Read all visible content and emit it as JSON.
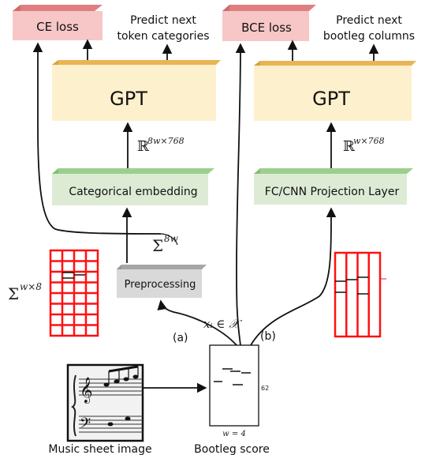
{
  "left": {
    "loss": "CE loss",
    "predict_line1": "Predict next",
    "predict_line2": "token categories",
    "model": "GPT",
    "dim_base": "ℝ",
    "dim_exp": "8w×768",
    "embedding": "Categorical embedding",
    "sigma_base": "Σ",
    "sigma_exp": "8w",
    "preprocessing": "Preprocessing",
    "grid_sigma_base": "Σ",
    "grid_sigma_exp": "w×8",
    "branch": "(a)"
  },
  "right": {
    "loss": "BCE loss",
    "predict_line1": "Predict next",
    "predict_line2": "bootleg columns",
    "model": "GPT",
    "dim_base": "ℝ",
    "dim_exp": "w×768",
    "projection": "FC/CNN Projection Layer",
    "branch": "(b)"
  },
  "input": {
    "x_label": "xᵢ ∈ 𝒳",
    "score_number": "62",
    "width_label": "w = 4",
    "sheet_caption": "Music sheet image",
    "bootleg_caption": "Bootleg score"
  },
  "colors": {
    "loss_front": "#f7c6c6",
    "loss_top": "#e07f7f",
    "gpt_front": "#fdf0cc",
    "gpt_top": "#e9b454",
    "embed_front": "#ddebd5",
    "embed_top": "#9ccf8e",
    "prep_front": "#d9d9d9",
    "prep_top": "#a6a6a6",
    "grid": "#ff1010"
  }
}
